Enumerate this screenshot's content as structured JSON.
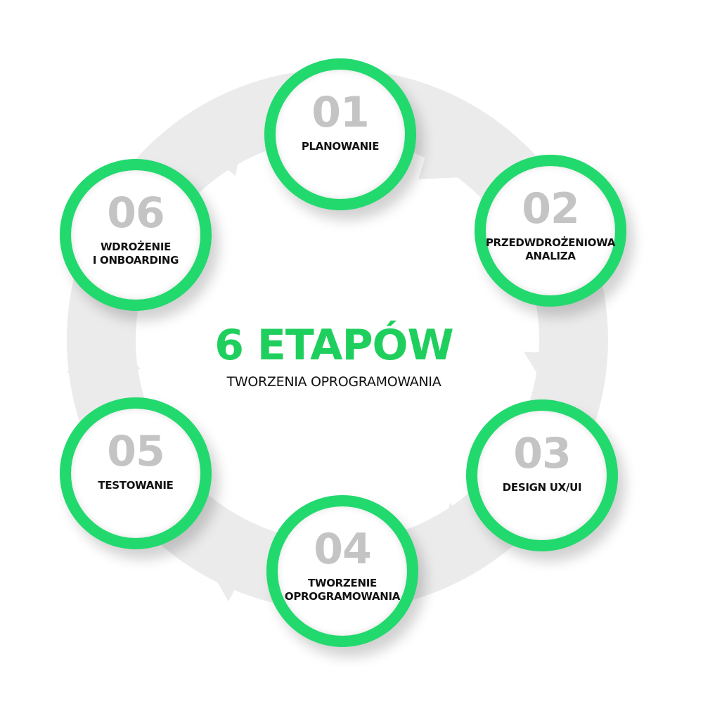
{
  "title": "6 ETAPÓW",
  "subtitle": "TWORZENIA OPROGRAMOWANIA",
  "colors": {
    "accent": "#22d96e",
    "title": "#1fcf5d",
    "number": "#c4c4c4",
    "arrow": "#ebebeb"
  },
  "stages": [
    {
      "number": "01",
      "label": "PLANOWANIE"
    },
    {
      "number": "02",
      "label": "PRZEDWDROŻENIOWA\nANALIZA"
    },
    {
      "number": "03",
      "label": "DESIGN UX/UI"
    },
    {
      "number": "04",
      "label": "TWORZENIE\nOPROGRAMOWANIA"
    },
    {
      "number": "05",
      "label": "TESTOWANIE"
    },
    {
      "number": "06",
      "label": "WDROŻENIE\nI ONBOARDING"
    }
  ]
}
